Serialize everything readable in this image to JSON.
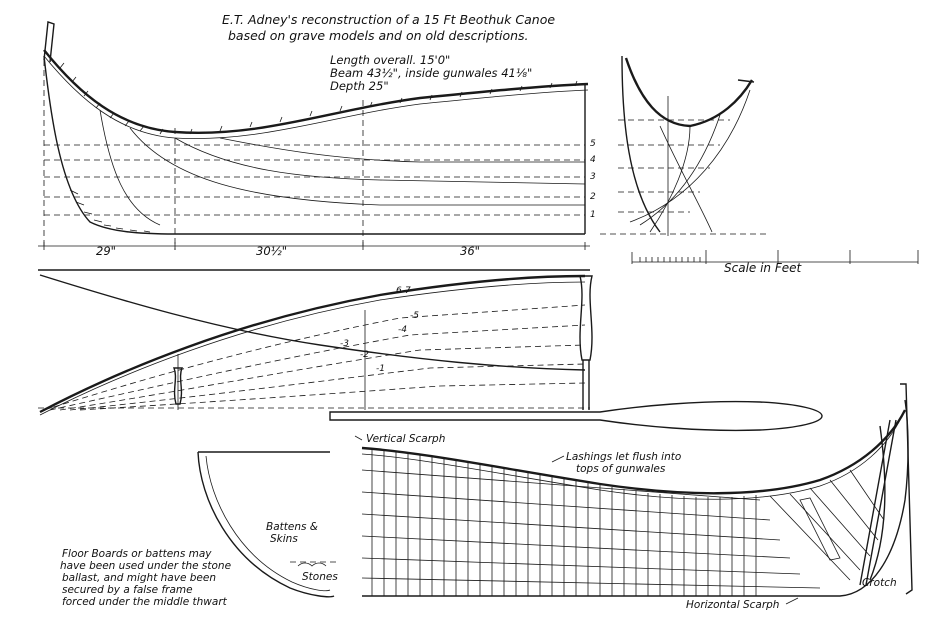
{
  "title": {
    "line1": "E.T. Adney's reconstruction of a 15 Ft Beothuk Canoe",
    "line2": "based on grave models and on old descriptions."
  },
  "specs": {
    "length": "Length overall. 15'0\"",
    "beam": "Beam 43½\", inside gunwales 41⅛\"",
    "depth": "Depth 25\""
  },
  "dimensions": {
    "d1": "29\"",
    "d2": "30½\"",
    "d3": "36\""
  },
  "waterlines": [
    "5",
    "4",
    "3",
    "2",
    "1"
  ],
  "plan_labels": {
    "top": "6-7",
    "l5": "-5",
    "l4": "-4",
    "l3": "-3",
    "l2": "-2",
    "l1": "-1"
  },
  "scale_label": "Scale in Feet",
  "callouts": {
    "vertical_scarph": "Vertical Scarph",
    "lashings_1": "Lashings let flush into",
    "lashings_2": "tops of gunwales",
    "battens_1": "Battens &",
    "battens_2": "Skins",
    "stones": "Stones",
    "crotch": "Crotch",
    "horizontal_scarph": "Horizontal Scarph"
  },
  "floor_note": [
    "Floor Boards or battens may",
    "have been used under the stone",
    "ballast, and might have been",
    "secured by a false frame",
    "forced under the middle thwart"
  ]
}
